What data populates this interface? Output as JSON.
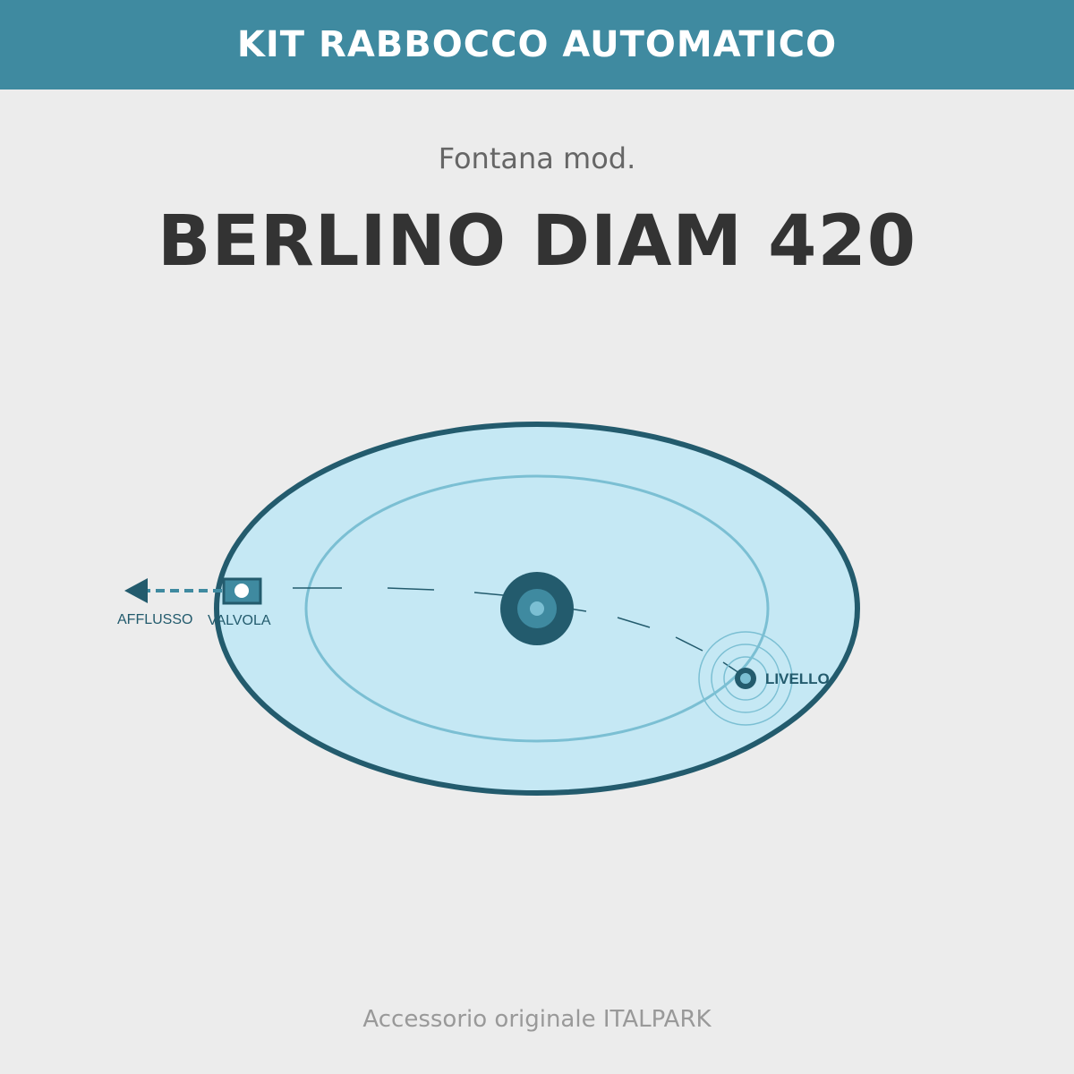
{
  "header": {
    "title": "KIT RABBOCCO AUTOMATICO"
  },
  "product": {
    "subtitle": "Fontana mod.",
    "model": "BERLINO DIAM 420"
  },
  "diagram": {
    "labels": {
      "inflow": "AFFLUSSO",
      "valve": "VALVOLA",
      "level": "LIVELLO"
    },
    "colors": {
      "water": "#c5e8f4",
      "rim": "#235b6d",
      "inner_ring": "#7bbfd3",
      "accent": "#3f8aa0",
      "dark": "#235b6d"
    },
    "icons": {
      "inflow": "arrow-left-icon",
      "valve": "valve-icon",
      "center": "pump-nozzle-icon",
      "level": "level-sensor-icon"
    }
  },
  "footer": {
    "text": "Accessorio originale ITALPARK"
  }
}
